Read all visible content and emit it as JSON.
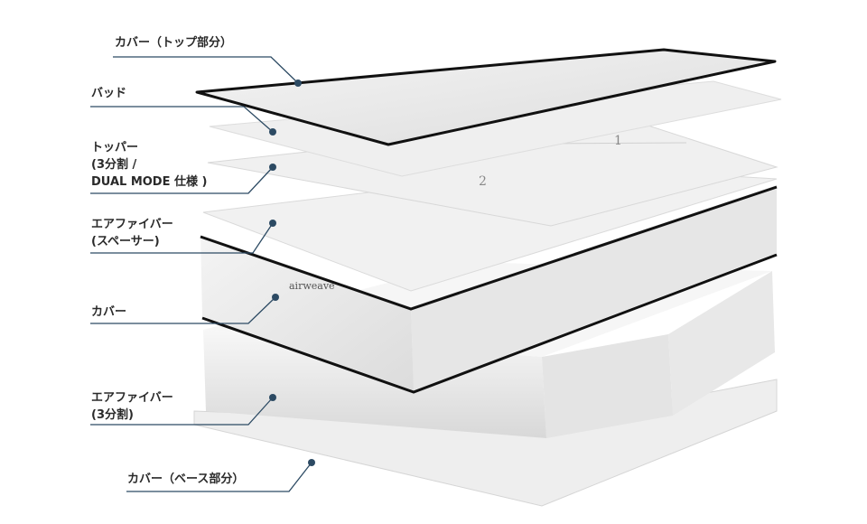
{
  "colors": {
    "leader": "#2c4a63",
    "text": "#2a2a2a",
    "piping": "#111111"
  },
  "labels": {
    "top_cover": "カバー（トップ部分）",
    "pad": "バッド",
    "topper": [
      "トッパー",
      "(3分割 /",
      "DUAL MODE 仕様 )"
    ],
    "spacer": [
      "エアファイバー",
      "(スペーサー)"
    ],
    "cover": "カバー",
    "airfiber_base": [
      "エアファイバー",
      "(3分割)"
    ],
    "base_cover": "カバー（ベース部分）"
  },
  "product_marks": {
    "brand": "airweave",
    "topper_numbers": [
      "2",
      "1"
    ]
  }
}
